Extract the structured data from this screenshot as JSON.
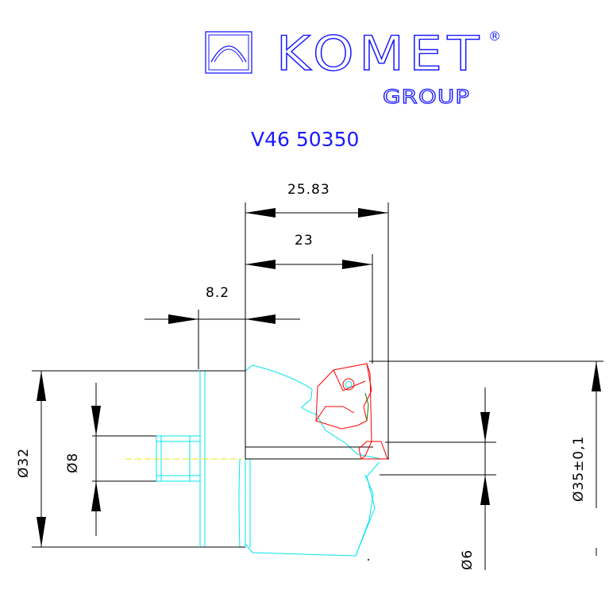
{
  "brand": {
    "name": "KOMET",
    "registered": "®",
    "sub": "GROUP",
    "color": "#1a1aff"
  },
  "drawing": {
    "code": "V46 50350",
    "dimensions": {
      "overall_length": "25.83",
      "insert_length": "23",
      "shank_offset": "8.2",
      "shank_diameter": "Ø32",
      "bore_diameter": "Ø8",
      "cutting_diameter": "Ø35±0,1",
      "pilot_diameter": "Ø6"
    },
    "colors": {
      "dimension": "#000000",
      "body": "#00e5ee",
      "insert": "#ff0000",
      "centerline": "#e8e800"
    }
  }
}
